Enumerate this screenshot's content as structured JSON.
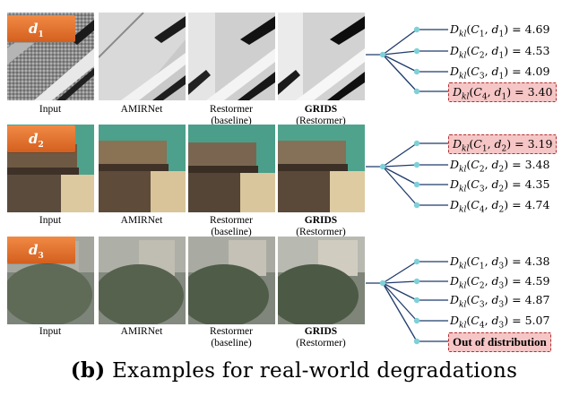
{
  "rows": [
    {
      "tag": {
        "main": "d",
        "sub": "1"
      },
      "captions": [
        {
          "line1": "Input",
          "line2": ""
        },
        {
          "line1": "AMIRNet",
          "line2": ""
        },
        {
          "line1": "Restormer",
          "line2": "(baseline)"
        },
        {
          "line1": "GRIDS",
          "line2": "(Restormer)"
        }
      ],
      "labels": [
        "D_kl(C_1, d_1) = 4.69",
        "D_kl(C_2, d_1) = 4.53",
        "D_kl(C_3, d_1) = 4.09",
        "D_kl(C_4, d_1) = 3.40"
      ],
      "highlight_index": 3
    },
    {
      "tag": {
        "main": "d",
        "sub": "2"
      },
      "captions": [
        {
          "line1": "Input",
          "line2": ""
        },
        {
          "line1": "AMIRNet",
          "line2": ""
        },
        {
          "line1": "Restormer",
          "line2": "(baseline)"
        },
        {
          "line1": "GRIDS",
          "line2": "(Restormer)"
        }
      ],
      "labels": [
        "D_kl(C_1, d_2) = 3.19",
        "D_kl(C_2, d_2) = 3.48",
        "D_kl(C_3, d_2) = 4.35",
        "D_kl(C_4, d_2) = 4.74"
      ],
      "highlight_index": 0
    },
    {
      "tag": {
        "main": "d",
        "sub": "3"
      },
      "captions": [
        {
          "line1": "Input",
          "line2": ""
        },
        {
          "line1": "AMIRNet",
          "line2": ""
        },
        {
          "line1": "Restormer",
          "line2": "(baseline)"
        },
        {
          "line1": "GRIDS",
          "line2": "(Restormer)"
        }
      ],
      "labels": [
        "D_kl(C_1, d_3) = 4.38",
        "D_kl(C_2, d_3) = 4.59",
        "D_kl(C_3, d_3) = 4.87",
        "D_kl(C_4, d_3) = 5.07",
        "Out of distribution"
      ],
      "highlight_index": 4
    }
  ],
  "caption": {
    "prefix": "(b)",
    "text": "Examples for real-world degradations"
  },
  "colors": {
    "connector": "#1f3b6b",
    "dot": "#7fd0d8",
    "tag": "#e8742f",
    "highlight": "#f6c6c6"
  }
}
